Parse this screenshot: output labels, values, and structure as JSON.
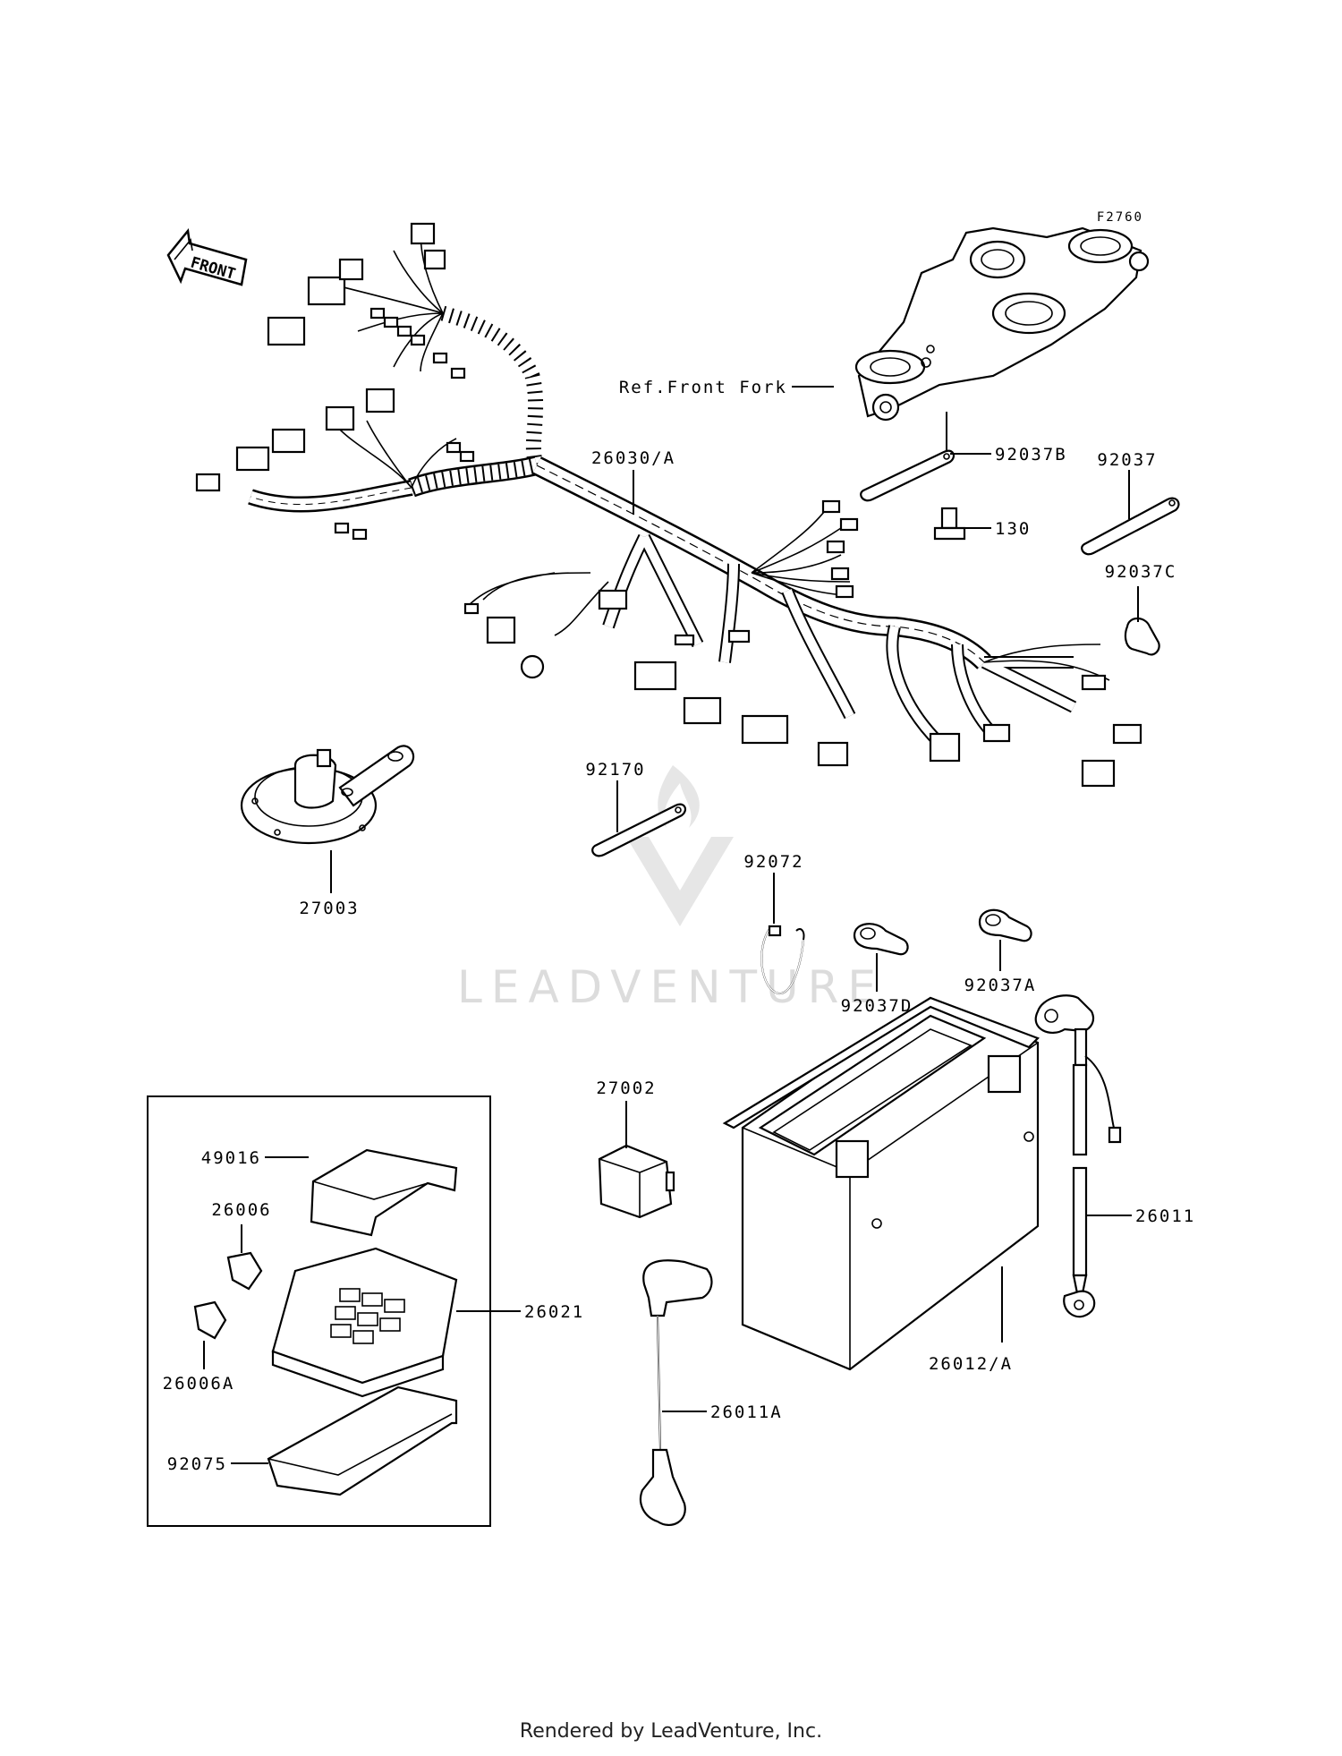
{
  "diagram_code": "F2760",
  "direction_label": "FRONT",
  "reference_label": "Ref.Front Fork",
  "watermark": "LEADVENTURE",
  "footer": "Rendered by LeadVenture, Inc.",
  "parts": {
    "p26030A": "26030/A",
    "p92037B": "92037B",
    "p92037": "92037",
    "p130": "130",
    "p92037C": "92037C",
    "p92170": "92170",
    "p27003": "27003",
    "p92072": "92072",
    "p92037D": "92037D",
    "p92037A": "92037A",
    "p27002": "27002",
    "p49016": "49016",
    "p26006": "26006",
    "p26006A": "26006A",
    "p26021": "26021",
    "p92075": "92075",
    "p26011": "26011",
    "p26011A": "26011A",
    "p26012A": "26012/A"
  }
}
